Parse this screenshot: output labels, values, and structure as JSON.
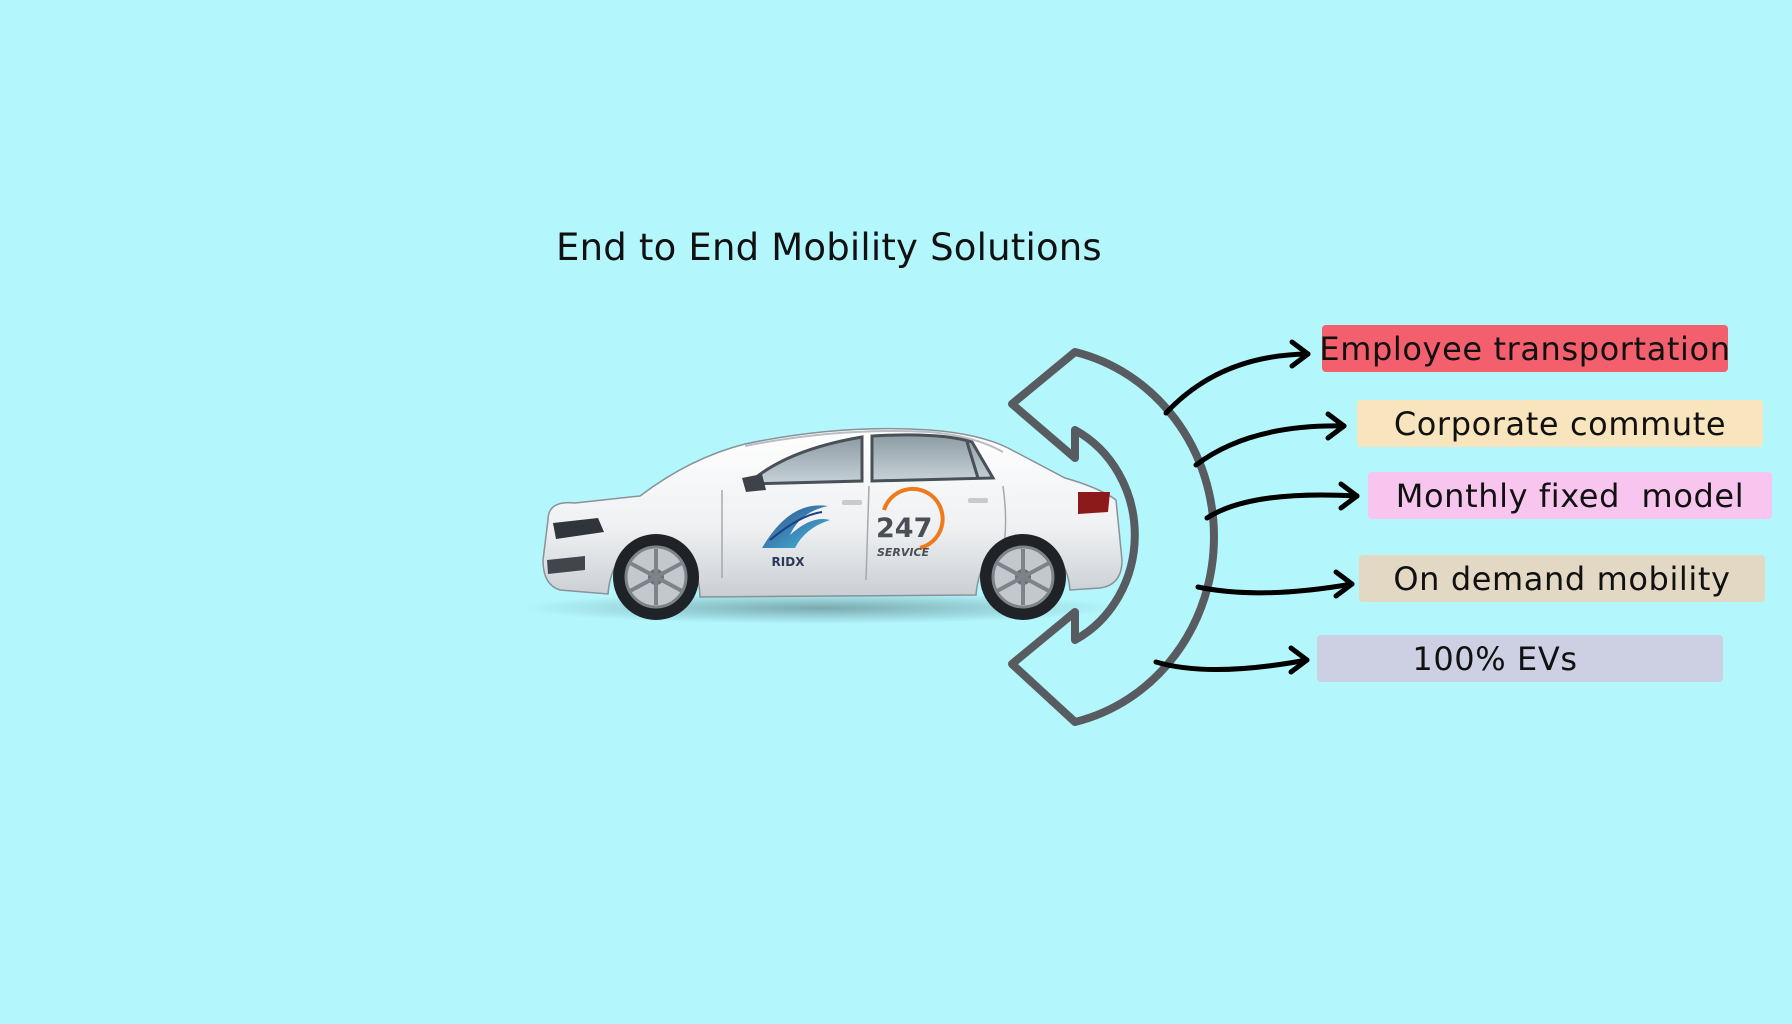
{
  "title": "End to End Mobility Solutions",
  "car_decals": {
    "brand": "RIDX",
    "service_number": "247",
    "service_label": "SERVICE"
  },
  "solutions": [
    {
      "label": "Employee transportation",
      "color": "#f45f6d"
    },
    {
      "label": "Corporate commute",
      "color": "#f8e4bd"
    },
    {
      "label": "Monthly fixed  model",
      "color": "#f8c5ef"
    },
    {
      "label": "On demand mobility",
      "color": "#e2d8c4"
    },
    {
      "label": "100% EVs",
      "color": "#ccd0e2"
    }
  ]
}
